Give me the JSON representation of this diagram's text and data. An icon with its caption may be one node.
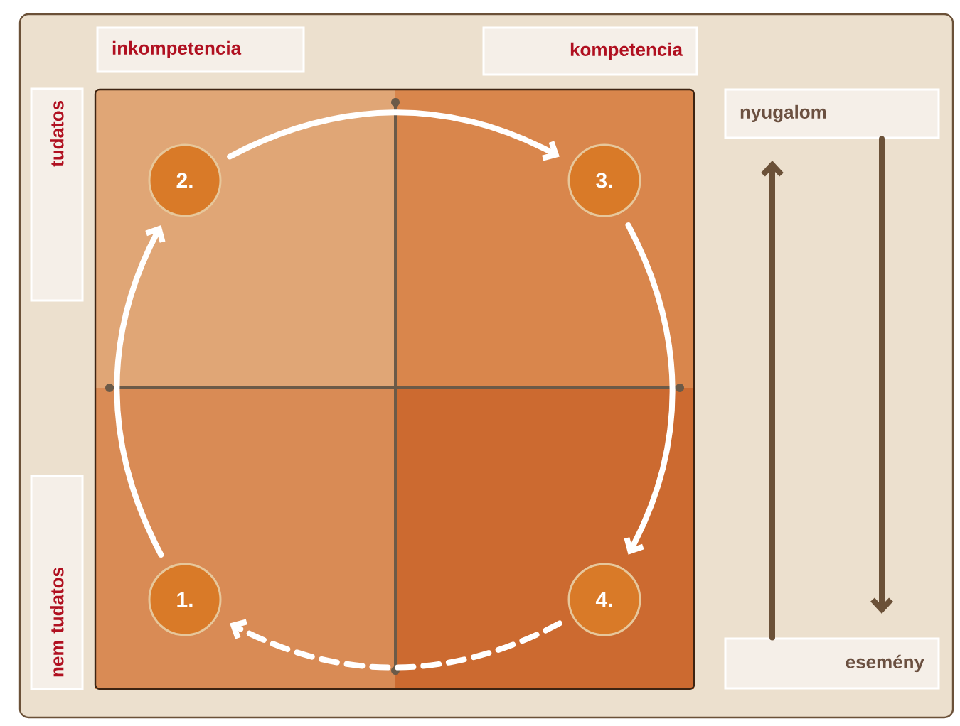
{
  "diagram": {
    "nodes": [
      {
        "text": [
          "inkompetencia"
        ]
      },
      {
        "text": [
          "kompetencia"
        ]
      },
      {
        "text": [
          "tudatos"
        ]
      },
      {
        "text": [
          "nyugalom"
        ]
      },
      {
        "text": [
          "2."
        ]
      },
      {
        "text": [
          "3."
        ]
      },
      {
        "text": [
          "nem tudatos"
        ]
      },
      {
        "text": [
          "1."
        ]
      },
      {
        "text": [
          "4."
        ]
      },
      {
        "text": [
          "esemény"
        ]
      }
    ],
    "edges": [
      {
        "from": 7,
        "to": 4,
        "arrow": "to"
      },
      {
        "from": 4,
        "to": 5,
        "arrow": "to"
      },
      {
        "from": 5,
        "to": 8,
        "arrow": "to"
      },
      {
        "from": 8,
        "to": 7,
        "arrow": "to",
        "style": "dashed"
      },
      {
        "from": 9,
        "to": null,
        "arrow": "to",
        "color": "#6b5138"
      },
      {
        "from": 3,
        "to": null,
        "arrow": "to",
        "color": "#6b5138"
      }
    ]
  }
}
